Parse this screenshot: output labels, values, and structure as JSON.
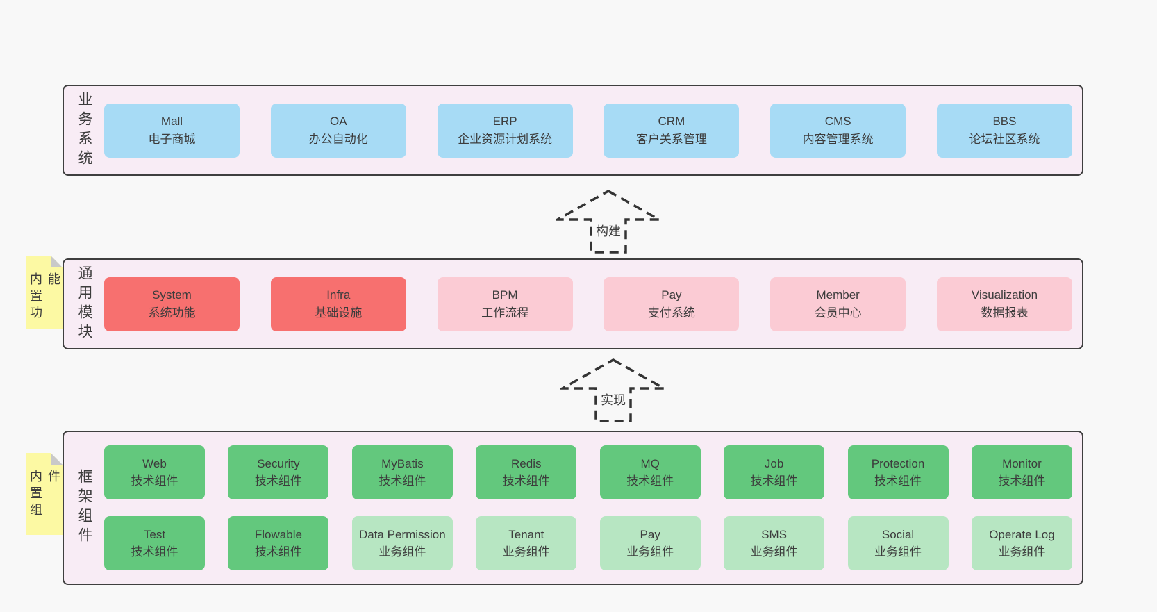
{
  "colors": {
    "background": "#f8f8f8",
    "panel": "#f8ecf5",
    "panel_border": "#3f3f3f",
    "text": "#3c3c3c",
    "arrow_stroke": "#343434",
    "note": "#fcf9a3",
    "note_fold": "#c9c9c9",
    "blue": "#a7dbf5",
    "red": "#f7706f",
    "pink": "#fbcbd4",
    "green": "#63c87d",
    "light": "#b7e6c2"
  },
  "arrows": [
    {
      "label": "构建"
    },
    {
      "label": "实现"
    }
  ],
  "notes": [
    {
      "label": "内置功能"
    },
    {
      "label": "内置组件"
    }
  ],
  "layers": [
    {
      "label": "业务系统",
      "rows": [
        [
          {
            "title": "Mall",
            "subtitle": "电子商城",
            "type": "blue"
          },
          {
            "title": "OA",
            "subtitle": "办公自动化",
            "type": "blue"
          },
          {
            "title": "ERP",
            "subtitle": "企业资源计划系统",
            "type": "blue"
          },
          {
            "title": "CRM",
            "subtitle": "客户关系管理",
            "type": "blue"
          },
          {
            "title": "CMS",
            "subtitle": "内容管理系统",
            "type": "blue"
          },
          {
            "title": "BBS",
            "subtitle": "论坛社区系统",
            "type": "blue"
          }
        ]
      ]
    },
    {
      "label": "通用模块",
      "rows": [
        [
          {
            "title": "System",
            "subtitle": "系统功能",
            "type": "red"
          },
          {
            "title": "Infra",
            "subtitle": "基础设施",
            "type": "red"
          },
          {
            "title": "BPM",
            "subtitle": "工作流程",
            "type": "pink"
          },
          {
            "title": "Pay",
            "subtitle": "支付系统",
            "type": "pink"
          },
          {
            "title": "Member",
            "subtitle": "会员中心",
            "type": "pink"
          },
          {
            "title": "Visualization",
            "subtitle": "数据报表",
            "type": "pink"
          }
        ]
      ]
    },
    {
      "label": "框架组件",
      "rows": [
        [
          {
            "title": "Web",
            "subtitle": "技术组件",
            "type": "green"
          },
          {
            "title": "Security",
            "subtitle": "技术组件",
            "type": "green"
          },
          {
            "title": "MyBatis",
            "subtitle": "技术组件",
            "type": "green"
          },
          {
            "title": "Redis",
            "subtitle": "技术组件",
            "type": "green"
          },
          {
            "title": "MQ",
            "subtitle": "技术组件",
            "type": "green"
          },
          {
            "title": "Job",
            "subtitle": "技术组件",
            "type": "green"
          },
          {
            "title": "Protection",
            "subtitle": "技术组件",
            "type": "green"
          },
          {
            "title": "Monitor",
            "subtitle": "技术组件",
            "type": "green"
          }
        ],
        [
          {
            "title": "Test",
            "subtitle": "技术组件",
            "type": "green"
          },
          {
            "title": "Flowable",
            "subtitle": "技术组件",
            "type": "green"
          },
          {
            "title": "Data Permission",
            "subtitle": "业务组件",
            "type": "light"
          },
          {
            "title": "Tenant",
            "subtitle": "业务组件",
            "type": "light"
          },
          {
            "title": "Pay",
            "subtitle": "业务组件",
            "type": "light"
          },
          {
            "title": "SMS",
            "subtitle": "业务组件",
            "type": "light"
          },
          {
            "title": "Social",
            "subtitle": "业务组件",
            "type": "light"
          },
          {
            "title": "Operate Log",
            "subtitle": "业务组件",
            "type": "light"
          }
        ]
      ]
    }
  ]
}
